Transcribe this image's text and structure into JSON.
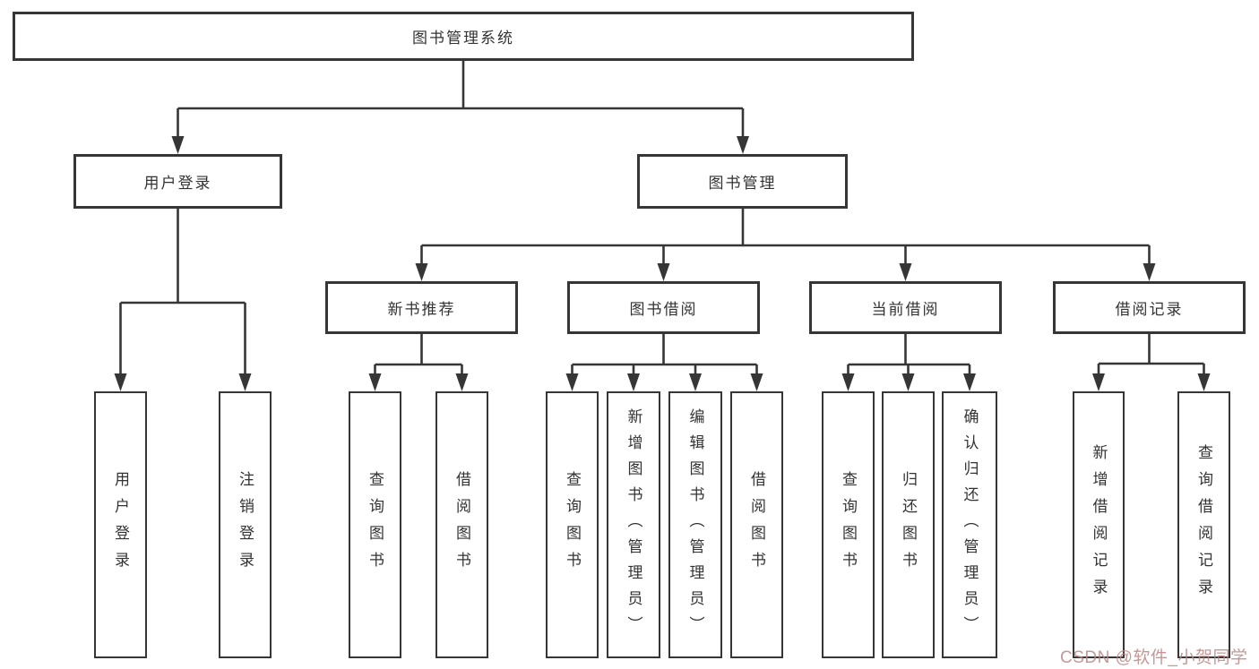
{
  "diagram": {
    "nodes": {
      "root": "图书管理系统",
      "user_login": "用户登录",
      "book_mgmt": "图书管理",
      "new_book_rec": "新书推荐",
      "book_borrow": "图书借阅",
      "current_borrow": "当前借阅",
      "borrow_records": "借阅记录",
      "ul_login": "用户登录",
      "ul_logout": "注销登录",
      "nb_query": "查询图书",
      "nb_borrow": "借阅图书",
      "bb_query": "查询图书",
      "bb_add": "新增图书（管理员）",
      "bb_edit": "编辑图书（管理员）",
      "bb_borrow": "借阅图书",
      "cb_query": "查询图书",
      "cb_return": "归还图书",
      "cb_confirm": "确认归还（管理员）",
      "br_add": "新增借阅记录",
      "br_query": "查询借阅记录"
    },
    "tree": {
      "label": "图书管理系统",
      "children": [
        {
          "label": "用户登录",
          "children": [
            {
              "label": "用户登录"
            },
            {
              "label": "注销登录"
            }
          ]
        },
        {
          "label": "图书管理",
          "children": [
            {
              "label": "新书推荐",
              "children": [
                {
                  "label": "查询图书"
                },
                {
                  "label": "借阅图书"
                }
              ]
            },
            {
              "label": "图书借阅",
              "children": [
                {
                  "label": "查询图书"
                },
                {
                  "label": "新增图书（管理员）"
                },
                {
                  "label": "编辑图书（管理员）"
                },
                {
                  "label": "借阅图书"
                }
              ]
            },
            {
              "label": "当前借阅",
              "children": [
                {
                  "label": "查询图书"
                },
                {
                  "label": "归还图书"
                },
                {
                  "label": "确认归还（管理员）"
                }
              ]
            },
            {
              "label": "借阅记录",
              "children": [
                {
                  "label": "新增借阅记录"
                },
                {
                  "label": "查询借阅记录"
                }
              ]
            }
          ]
        }
      ]
    },
    "colors": {
      "line": "#363636",
      "box_border": "#363636",
      "text": "#333333",
      "background": "#ffffff",
      "watermark": "#ba8686"
    }
  },
  "watermark": {
    "text": "CSDN @软件_小贺同学"
  }
}
